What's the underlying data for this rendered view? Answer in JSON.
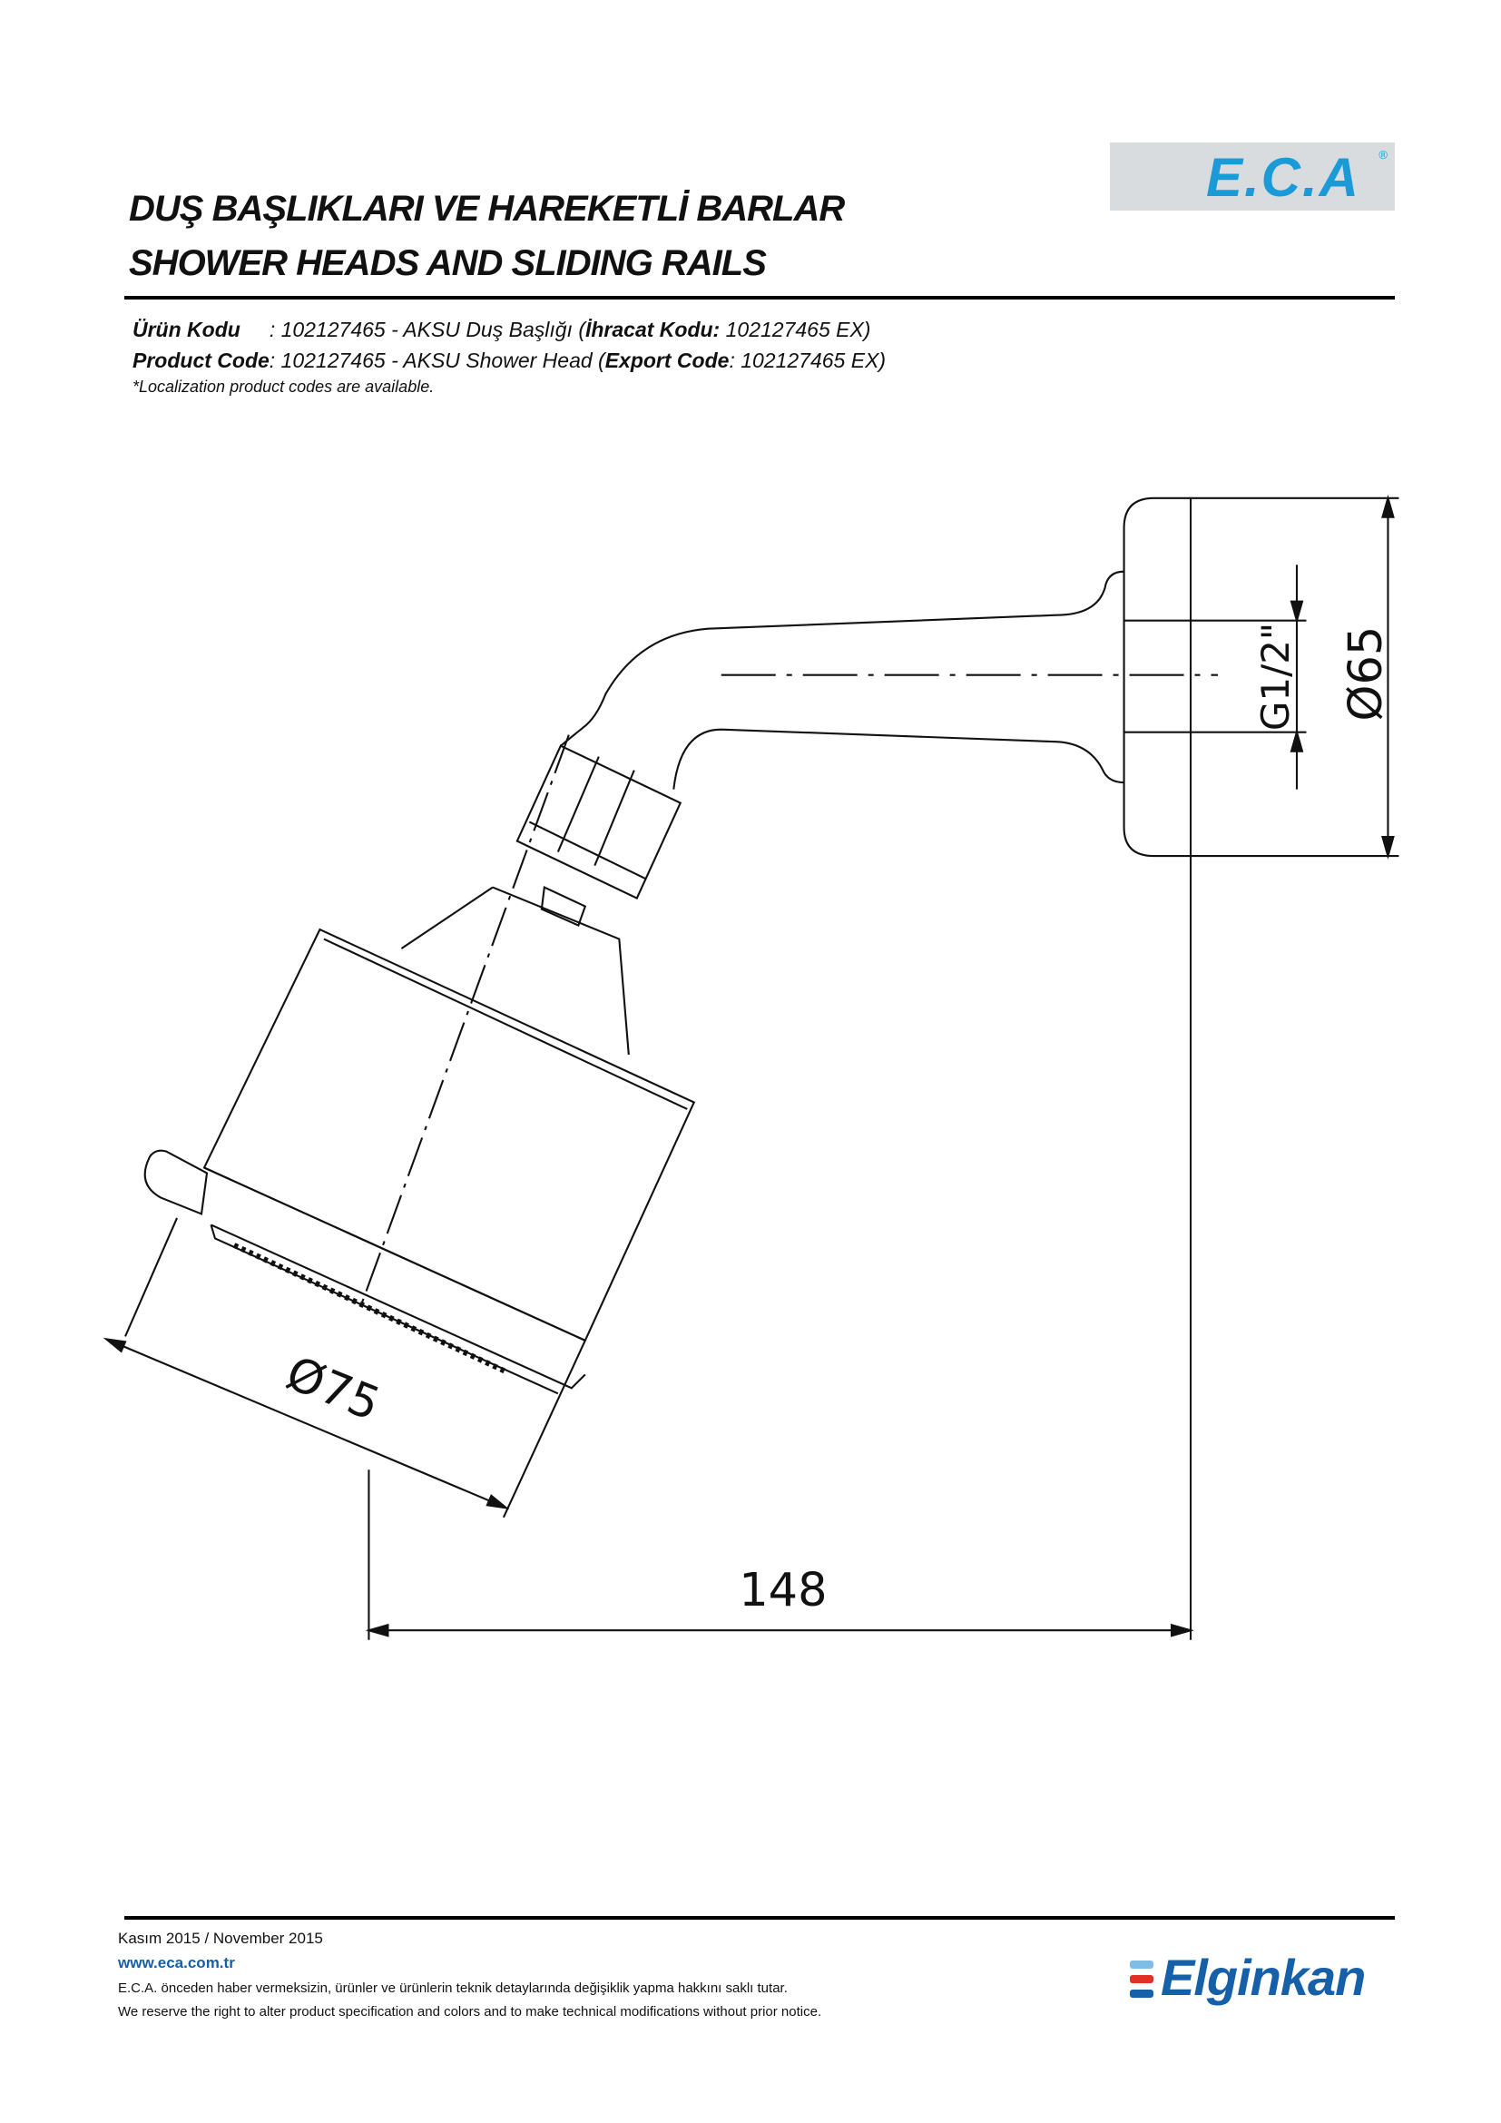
{
  "header": {
    "brand_logo": "E.C.A",
    "title_tr": "DUŞ BAŞLIKLARI VE HAREKETLİ BARLAR",
    "title_en": "SHOWER HEADS AND SLIDING RAILS"
  },
  "product": {
    "tr_label": "Ürün Kodu",
    "tr_value": ": 102127465 - AKSU Duş Başlığı (",
    "tr_export_label": "İhracat Kodu:",
    "tr_export_value": " 102127465 EX)",
    "en_label": "Product Code",
    "en_value": ": 102127465 - AKSU Shower Head (",
    "en_export_label": "Export Code",
    "en_export_value": ": 102127465 EX)",
    "note": "*Localization product codes are available."
  },
  "drawing": {
    "dim_flange_diameter": "Ø65",
    "dim_thread": "G1/2\"",
    "dim_head_diameter": "Ø75",
    "dim_projection": "148"
  },
  "footer": {
    "date": "Kasım 2015 / November 2015",
    "website": "www.eca.com.tr",
    "disclaimer_tr": "E.C.A. önceden haber vermeksizin, ürünler ve ürünlerin teknik detaylarında değişiklik yapma hakkını saklı tutar.",
    "disclaimer_en": "We reserve the right to alter product specification and colors and to make technical modifications without prior notice.",
    "company_logo": "Elginkan"
  },
  "colors": {
    "eca_blue": "#1a9bd7",
    "elginkan_blue": "#1560a8",
    "elginkan_red": "#e03127",
    "elginkan_light": "#7fbde6"
  }
}
